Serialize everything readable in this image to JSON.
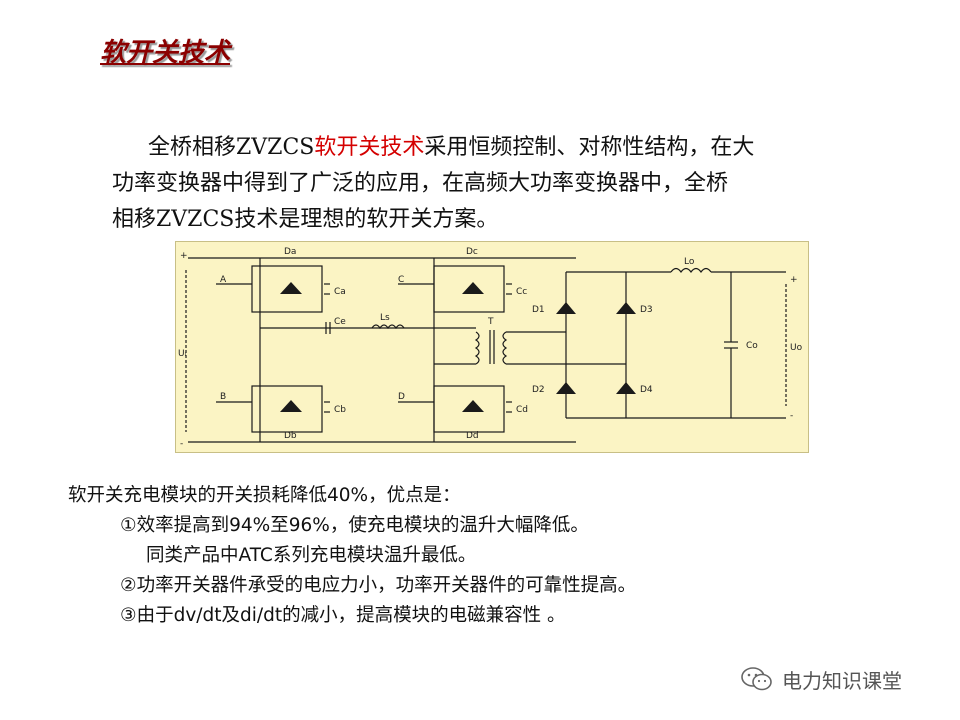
{
  "title": "软开关技术",
  "intro": {
    "line1_pre": "全桥相移ZVZCS",
    "line1_hl": "软开关技术",
    "line1_post": "采用恒频控制、对称性结构，在大",
    "line2": "功率变换器中得到了广泛的应用，在高频大功率变换器中，全桥",
    "line3": "相移ZVZCS技术是理想的软开关方案。"
  },
  "diagram": {
    "labels": {
      "plus_in": "+",
      "minus_in": "-",
      "ui": "Uᵢ",
      "A": "A",
      "B": "B",
      "C": "C",
      "D": "D",
      "Da": "Da",
      "Db": "Db",
      "Dc": "Dc",
      "Dd": "Dd",
      "Ca": "Ca",
      "Cb": "Cb",
      "Cc": "Cc",
      "Cd": "Cd",
      "Ce": "Ce",
      "Ls": "Ls",
      "T": "T",
      "D1": "D1",
      "D2": "D2",
      "D3": "D3",
      "D4": "D4",
      "Lo": "Lo",
      "Co": "Co",
      "Uo": "Uo",
      "plus_out": "+",
      "minus_out": "-"
    },
    "colors": {
      "background": "#fbf4c4",
      "line": "#1a1a1a"
    }
  },
  "bullets": {
    "line1": "软开关充电模块的开关损耗降低40%，优点是：",
    "line2": "①效率提高到94%至96%，使充电模块的温升大幅降低。",
    "line3": "同类产品中ATC系列充电模块温升最低。",
    "line4": "②功率开关器件承受的电应力小，功率开关器件的可靠性提高。",
    "line5": "③由于dv/dt及di/dt的减小，提高模块的电磁兼容性 。"
  },
  "watermark": {
    "text": "电力知识课堂",
    "icon": "wechat-icon"
  }
}
